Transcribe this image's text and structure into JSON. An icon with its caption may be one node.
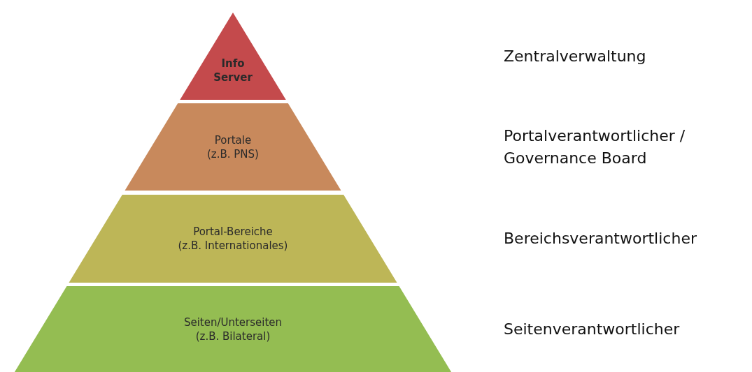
{
  "diagram": {
    "nodes": [
      {
        "text": [
          "Info Server"
        ]
      },
      {
        "text": [
          "Portale",
          "(z.B. PNS)"
        ]
      },
      {
        "text": [
          "Portal-Bereiche",
          "(z.B. Internationales)"
        ]
      },
      {
        "text": [
          "Seiten/Unterseiten",
          "(z.B. Bilateral)"
        ]
      }
    ],
    "labels": [
      "Zentralverwaltung",
      "Portalverantwortlicher / Governance Board",
      "Bereichsverantwortlicher",
      "Seitenverantwortlicher"
    ]
  }
}
